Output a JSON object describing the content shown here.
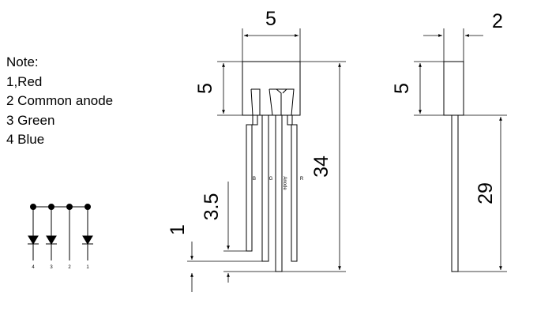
{
  "note": {
    "title": "Note:",
    "lines": [
      "1,Red",
      "2 Common anode",
      "3 Green",
      "4 Blue"
    ]
  },
  "pin_numbers": [
    "4",
    "3",
    "2",
    "1"
  ],
  "front_view": {
    "width": "5",
    "body_height": "5",
    "overall_length": "34",
    "lead_offset": "3.5",
    "lead_step": "1",
    "lead_labels": [
      "B",
      "G",
      "Anode",
      "R"
    ]
  },
  "side_view": {
    "thickness": "2",
    "body_height": "5",
    "lead_length": "29"
  }
}
